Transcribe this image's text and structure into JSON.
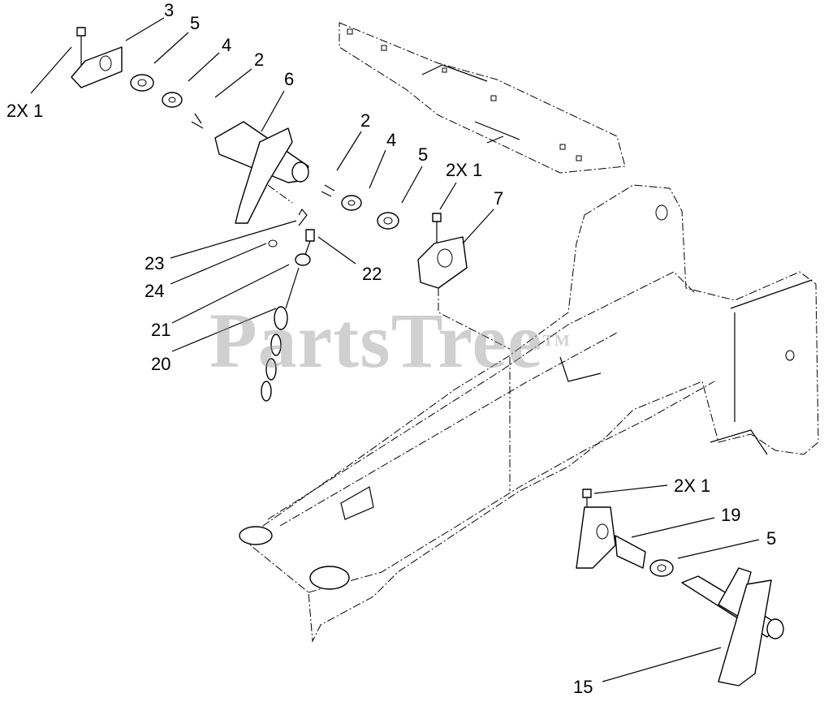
{
  "watermark": "PartsTree",
  "watermark_mark": "TM",
  "labels": {
    "bolt_top_left": "2X 1",
    "bracket_top_left": "3",
    "bushing_top_left": "5",
    "washer_top_left": "4",
    "clip_top_left": "2",
    "pivot_arm_upper": "6",
    "clip_center": "2",
    "washer_center": "4",
    "bushing_center": "5",
    "bolt_center": "2X 1",
    "bracket_center": "7",
    "hairpin": "23",
    "washer_small": "24",
    "pin": "22",
    "pin_clip": "21",
    "chain": "20",
    "bolt_lower_right": "2X 1",
    "bracket_lower_right": "19",
    "bushing_lower_right": "5",
    "pivot_arm_lower": "15"
  }
}
